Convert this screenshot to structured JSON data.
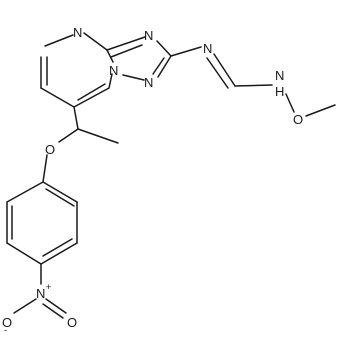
{
  "structure": {
    "atom_labels": {
      "n_top": "N",
      "n_triazole_top": "N",
      "n_triazole_bottom": "N",
      "n_bridge": "N",
      "n_imine": "N",
      "nh_n": "N",
      "nh_h": "H",
      "o_methoxy": "O",
      "o_ether": "O",
      "n_nitro": "N",
      "n_nitro_charge": "+",
      "o_nitro_left": "O",
      "o_nitro_left_charge": "-",
      "o_nitro_right": "O"
    }
  }
}
